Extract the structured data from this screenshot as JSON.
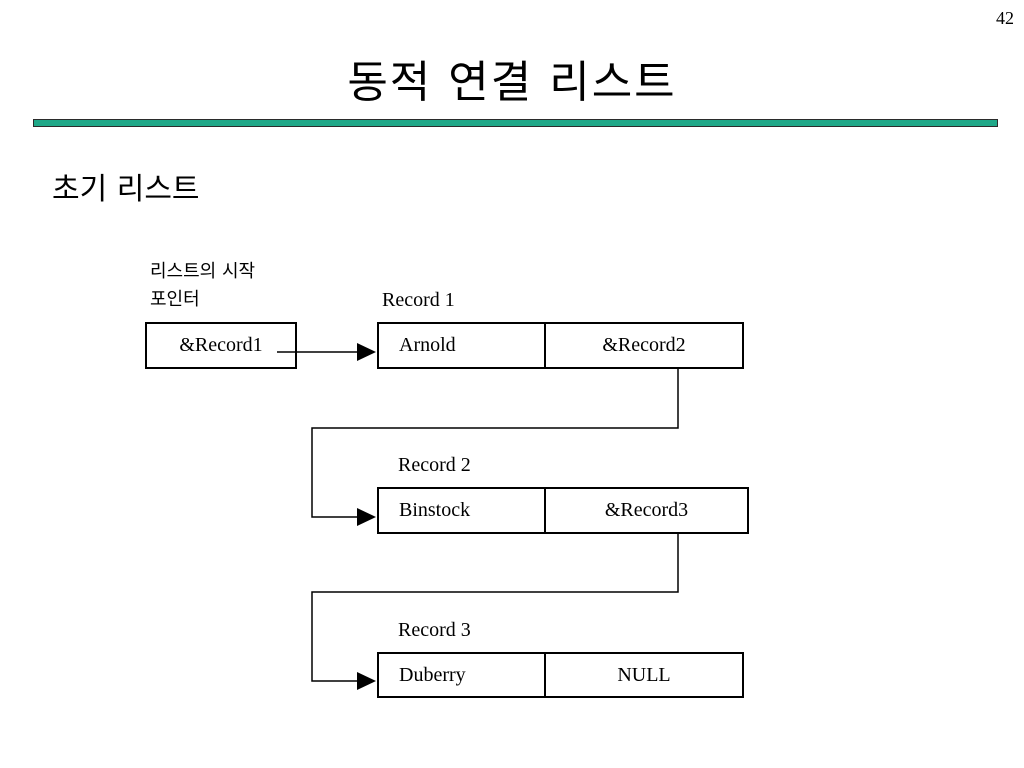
{
  "page": {
    "number": "42",
    "title": "동적 연결 리스트",
    "subtitle": "초기 리스트"
  },
  "accent_color": "#1fa888",
  "diagram": {
    "head_pointer": {
      "caption_line1": "리스트의 시작",
      "caption_line2": "포인터",
      "value": "&Record1"
    },
    "records": [
      {
        "label": "Record 1",
        "data": "Arnold",
        "next": "&Record2"
      },
      {
        "label": "Record 2",
        "data": "Binstock",
        "next": "&Record3"
      },
      {
        "label": "Record 3",
        "data": "Duberry",
        "next": "NULL"
      }
    ]
  }
}
